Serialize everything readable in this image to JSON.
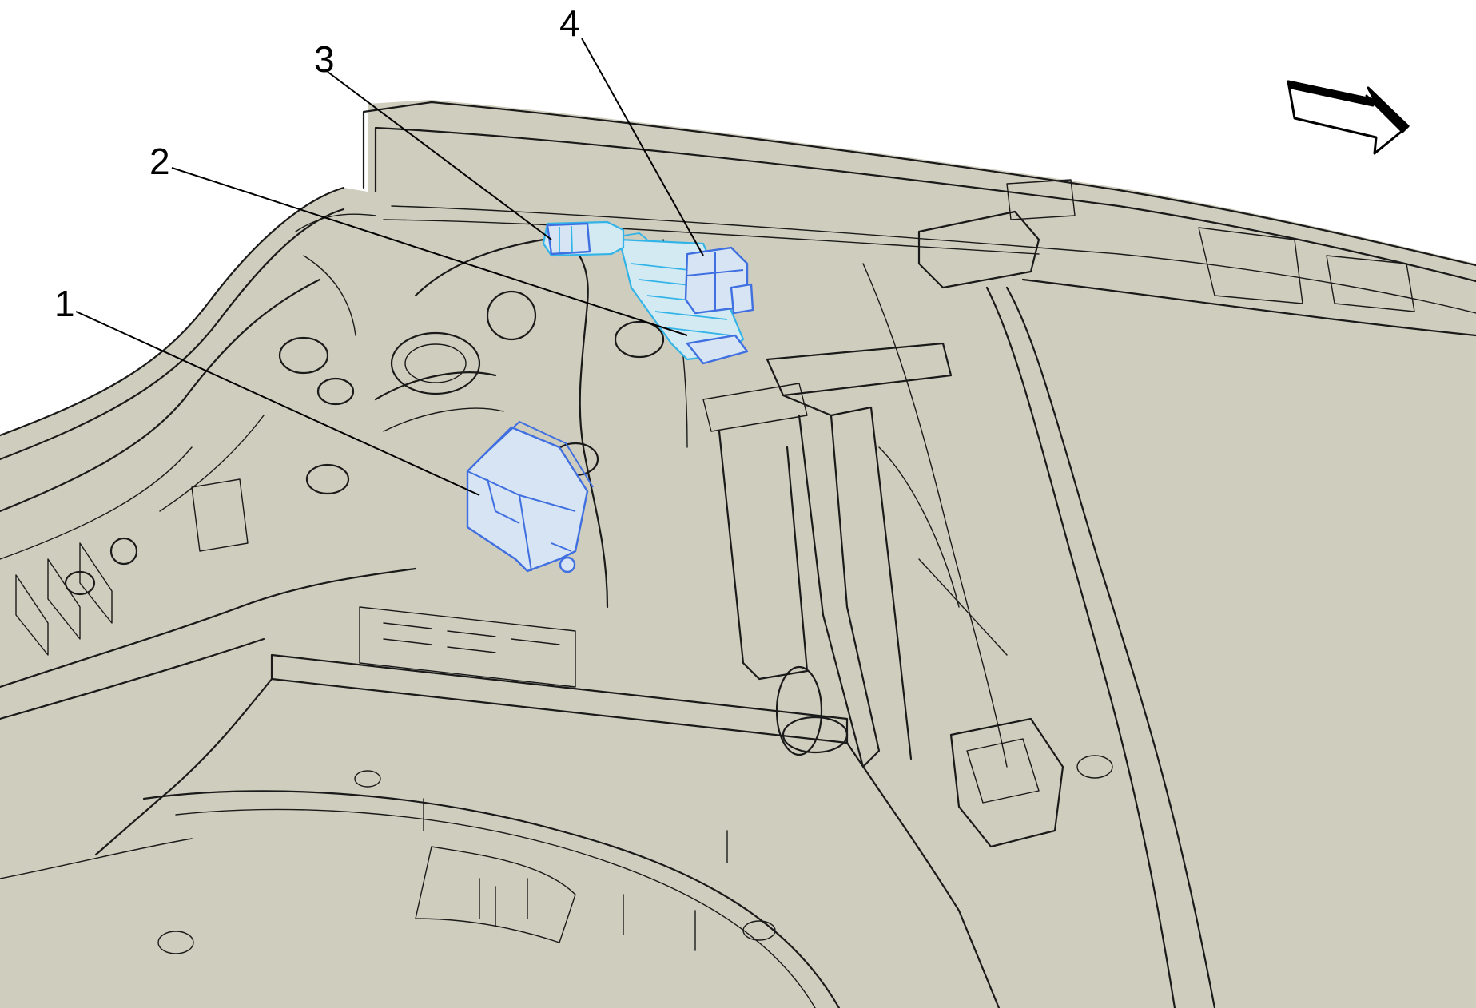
{
  "callouts": [
    {
      "label": "1"
    },
    {
      "label": "2"
    },
    {
      "label": "3"
    },
    {
      "label": "4"
    }
  ],
  "colors": {
    "body": "#cfcdbd",
    "outline": "#1a1a1a",
    "highlight_blue": "#3f6fe0",
    "highlight_cyan": "#33b4e8"
  },
  "icons": {
    "direction_arrow": "forward-direction-arrow-icon"
  }
}
